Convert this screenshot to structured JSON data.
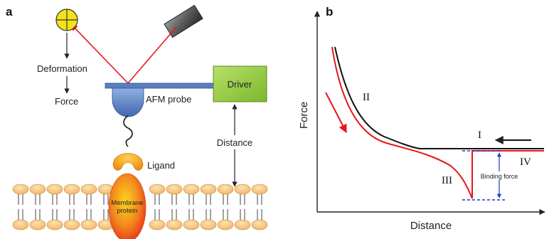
{
  "panel_a": {
    "letter": "a",
    "deformation": "Deformation",
    "force": "Force",
    "driver": "Driver",
    "afm_probe": "AFM probe",
    "distance": "Distance",
    "ligand": "Ligand",
    "membrane_protein_line1": "Membrane",
    "membrane_protein_line2": "protein"
  },
  "panel_b": {
    "letter": "b",
    "ylabel": "Force",
    "xlabel": "Distance",
    "region_I": "I",
    "region_II": "II",
    "region_III": "III",
    "region_IV": "IV",
    "binding_force": "Binding force"
  },
  "colors": {
    "laser": "#e8141b",
    "retract_curve": "#e8141b",
    "approach_curve": "#111111",
    "binding_force_marker": "#1f35c8",
    "driver_box": "#8cc63f",
    "detector": "#f4e21a",
    "probe": "#5a86c8",
    "membrane_head": "#f6c682",
    "ligand": "#f39a1e",
    "protein": "#f26b1d"
  },
  "icons": {
    "detector": "quadrant-photodetector-icon",
    "laser": "laser-source-icon"
  }
}
